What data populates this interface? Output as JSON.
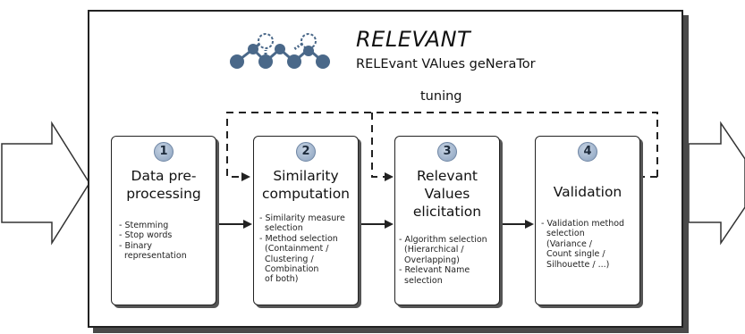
{
  "title": "RELEVANT",
  "subtitle": "RELEvant VAlues geNeraTor",
  "tuning_label": "tuning",
  "steps": [
    {
      "number": "1",
      "title_lines": [
        "Data pre-",
        "processing"
      ],
      "details": [
        "- Stemming",
        "- Stop words",
        "- Binary",
        "  representation"
      ]
    },
    {
      "number": "2",
      "title_lines": [
        "Similarity",
        "computation"
      ],
      "details": [
        "- Similarity measure",
        "  selection",
        "- Method selection",
        "  (Containment /",
        "  Clustering /",
        "  Combination",
        "  of both)"
      ]
    },
    {
      "number": "3",
      "title_lines": [
        "Relevant",
        "Values",
        "elicitation"
      ],
      "details": [
        "- Algorithm selection",
        "  (Hierarchical /",
        "  Overlapping)",
        "- Relevant Name",
        "  selection"
      ]
    },
    {
      "number": "4",
      "title_lines": [
        "Validation"
      ],
      "details": [
        "- Validation method",
        "  selection",
        "  (Variance /",
        "  Count single /",
        "  Silhouette / ...)"
      ]
    }
  ],
  "colors": {
    "logo_node": "#4a6889",
    "number_badge": "#9fb3cc",
    "border": "#222222",
    "shadow": "#4a4a4a",
    "arrow_fill": "#ffffff"
  }
}
